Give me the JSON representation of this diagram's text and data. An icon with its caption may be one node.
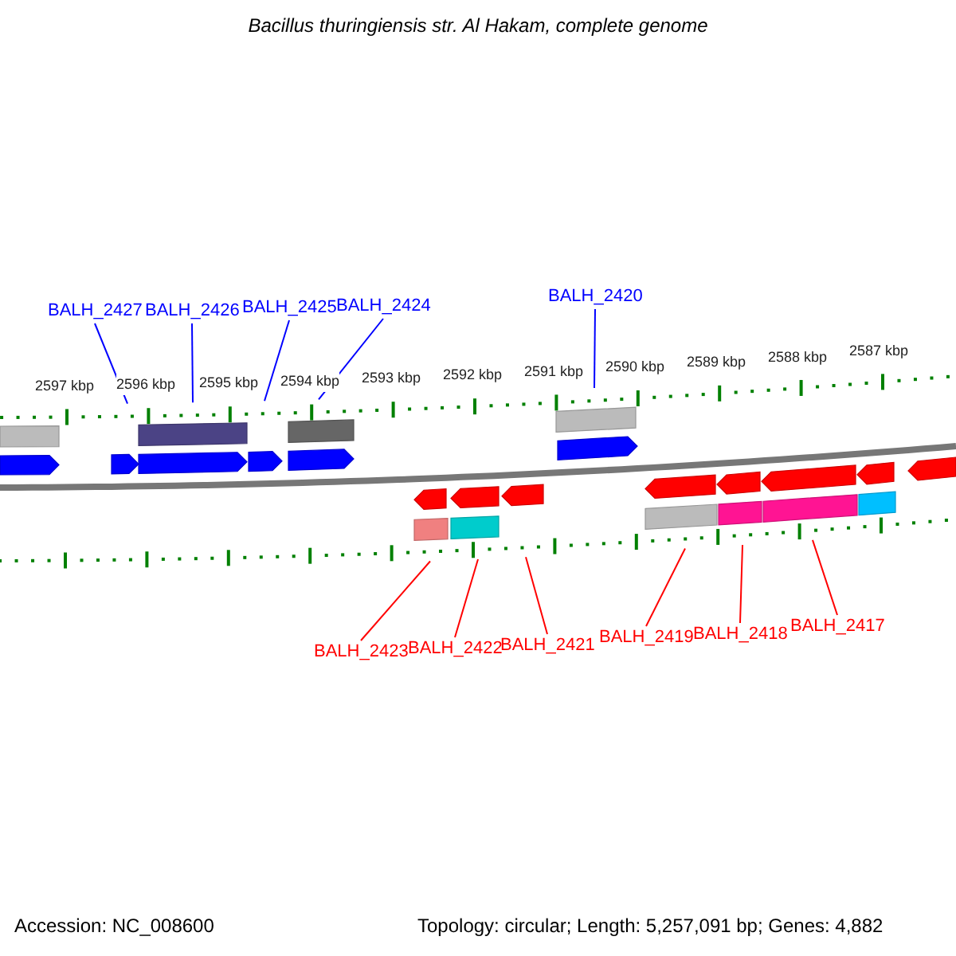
{
  "diagram": {
    "title": "Bacillus thuringiensis str. Al Hakam, complete genome",
    "nodes": [
      {
        "text": [
          "BALH_2427"
        ]
      },
      {
        "text": [
          "BALH_2426"
        ]
      },
      {
        "text": [
          "BALH_2425"
        ]
      },
      {
        "text": [
          "BALH_2424"
        ]
      },
      {
        "text": [
          "BALH_2420"
        ]
      },
      {
        "text": [
          "BALH_2423"
        ]
      },
      {
        "text": [
          "BALH_2422"
        ]
      },
      {
        "text": [
          "BALH_2421"
        ]
      },
      {
        "text": [
          "BALH_2419"
        ]
      },
      {
        "text": [
          "BALH_2418"
        ]
      },
      {
        "text": [
          "BALH_2417"
        ]
      },
      {
        "text": [],
        "shape": "bar"
      },
      {
        "text": [],
        "shape": "bar"
      }
    ],
    "edges": [
      {
        "from": 0,
        "to": 11,
        "arrow": "none",
        "color": "#0000ff"
      },
      {
        "from": 1,
        "to": 11,
        "arrow": "none",
        "color": "#0000ff"
      },
      {
        "from": 2,
        "to": 11,
        "arrow": "none",
        "color": "#0000ff"
      },
      {
        "from": 3,
        "to": 11,
        "arrow": "none",
        "color": "#0000ff"
      },
      {
        "from": 4,
        "to": 11,
        "arrow": "none",
        "color": "#0000ff"
      },
      {
        "from": 5,
        "to": 12,
        "arrow": "none"
      },
      {
        "from": 6,
        "to": 12,
        "arrow": "none"
      },
      {
        "from": 7,
        "to": 12,
        "arrow": "none"
      },
      {
        "from": 8,
        "to": 12,
        "arrow": "none"
      },
      {
        "from": 9,
        "to": 12,
        "arrow": "none"
      },
      {
        "from": 10,
        "to": 12,
        "arrow": "none"
      }
    ],
    "labels": [
      "2597 kbp",
      "2596 kbp",
      "2595 kbp",
      "2594 kbp",
      "2593 kbp",
      "2592 kbp",
      "2591 kbp",
      "2590 kbp",
      "2589 kbp",
      "2588 kbp",
      "2587 kbp",
      "Accession: NC_008600",
      "Topology: circular; Length: 5,257,091 bp; Genes: 4,882"
    ]
  }
}
